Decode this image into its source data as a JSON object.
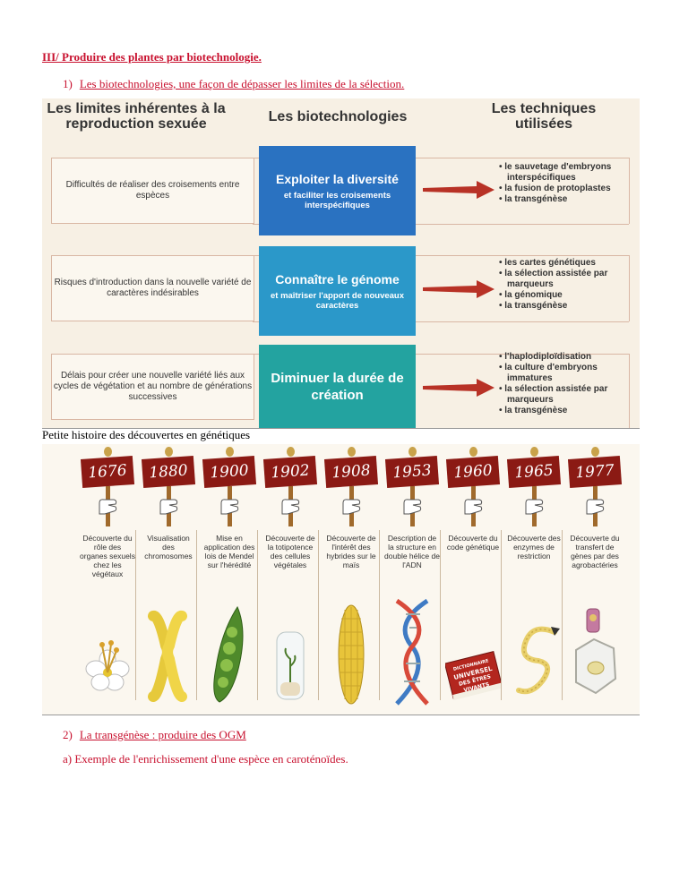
{
  "section_title": "III/ Produire des plantes par biotechnologie.",
  "sub1": {
    "num": "1)",
    "text": "Les biotechnologies, une façon de dépasser les limites de la sélection."
  },
  "figure1": {
    "headers": {
      "limits": "Les limites inhérentes à la reproduction sexuée",
      "biotech": "Les biotechnologies",
      "techniques": "Les techniques utilisées"
    },
    "rows": [
      {
        "limit": "Difficultés de réaliser des croisements entre espèces",
        "bio_main": "Exploiter la diversité",
        "bio_sub": "et faciliter les croisements interspécifiques",
        "color": "#2a72c1",
        "techniques": [
          "le sauvetage d'embryons interspécifiques",
          "la fusion de protoplastes",
          "la transgénèse"
        ]
      },
      {
        "limit": "Risques d'introduction dans la nouvelle variété de caractères indésirables",
        "bio_main": "Connaître le génome",
        "bio_sub": "et maîtriser l'apport de nouveaux caractères",
        "color": "#2b98c9",
        "techniques": [
          "les cartes génétiques",
          "la sélection assistée par marqueurs",
          "la génomique",
          "la transgénèse"
        ]
      },
      {
        "limit": "Délais pour créer une nouvelle variété liés aux cycles de végétation et au nombre de générations successives",
        "bio_main": "Diminuer la durée de création",
        "bio_sub": "",
        "color": "#23a3a0",
        "techniques": [
          "l'haplodiploïdisation",
          "la culture d'embryons immatures",
          "la sélection assistée par marqueurs",
          "la transgénèse"
        ]
      }
    ]
  },
  "timeline_caption": "Petite histoire des découvertes en génétiques",
  "timeline": [
    {
      "year": "1676",
      "desc": "Découverte du rôle des organes sexuels chez les végétaux",
      "icon": "flower-icon"
    },
    {
      "year": "1880",
      "desc": "Visualisation des chromosomes",
      "icon": "chromosome-icon"
    },
    {
      "year": "1900",
      "desc": "Mise en application des lois de Mendel sur l'hérédité",
      "icon": "pea-pod-icon"
    },
    {
      "year": "1902",
      "desc": "Découverte de la totipotence des cellules végétales",
      "icon": "test-tube-icon"
    },
    {
      "year": "1908",
      "desc": "Découverte de l'intérêt des hybrides sur le maïs",
      "icon": "corn-icon"
    },
    {
      "year": "1953",
      "desc": "Description de la structure en double hélice de l'ADN",
      "icon": "dna-icon"
    },
    {
      "year": "1960",
      "desc": "Découverte du code génétique",
      "icon": "dictionary-icon",
      "book_text": "DICTIONNAIRE UNIVERSEL DES ÊTRES VIVANTS"
    },
    {
      "year": "1965",
      "desc": "Découverte des enzymes de restriction",
      "icon": "enzyme-strand-icon"
    },
    {
      "year": "1977",
      "desc": "Découverte du transfert de gènes par des agrobactéries",
      "icon": "plant-cell-icon"
    }
  ],
  "sub2": {
    "num": "2)",
    "text": "La transgénèse : produire des OGM"
  },
  "example": "a) Exemple de l'enrichissement d'une espèce en caroténoïdes."
}
